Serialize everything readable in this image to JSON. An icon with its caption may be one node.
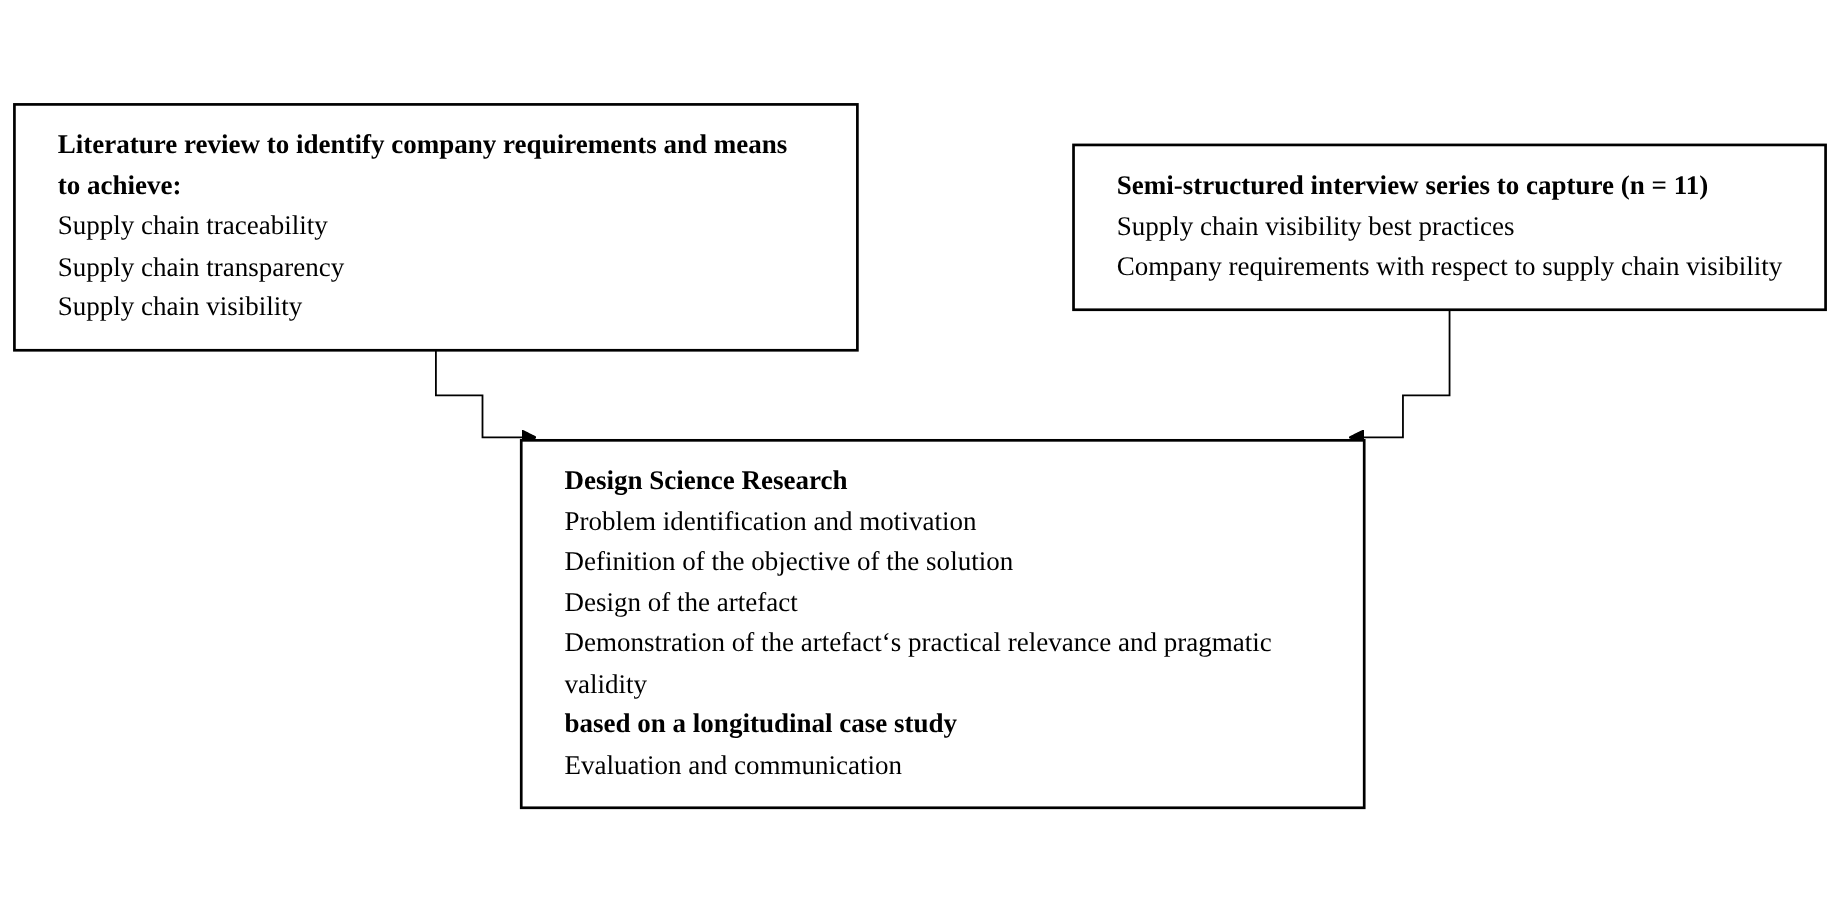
{
  "diagram": {
    "nodes": [
      {
        "text": [
          "Literature review to identify company requirements and means to achieve:",
          "Supply chain traceability",
          "Supply chain transparency",
          "Supply chain visibility"
        ]
      },
      {
        "text": [
          "Semi-structured interview series to capture (n = 11)",
          "Supply chain visibility best practices",
          "Company requirements with respect to supply chain visibility"
        ]
      },
      {
        "text": [
          "Design Science Research",
          "Problem identification and motivation",
          "Definition of the objective of the solution",
          "Design of the artefact",
          "Demonstration of the artefact‘s practical relevance and pragmatic validity",
          "**based on a longitudinal case study**",
          "Evaluation and communication"
        ]
      }
    ],
    "edges": [
      {
        "from": 0,
        "to": 2,
        "arrow": "to"
      },
      {
        "from": 1,
        "to": 2,
        "arrow": "to"
      }
    ]
  }
}
